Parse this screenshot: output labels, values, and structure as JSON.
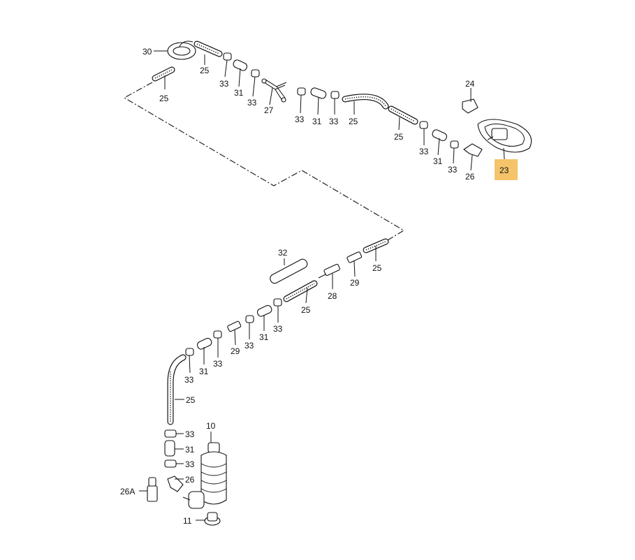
{
  "diagram": {
    "highlight_color": "#f5c36a",
    "callouts": {
      "c30": "30",
      "c25a": "25",
      "c25b": "25",
      "c33a": "33",
      "c31a": "31",
      "c33b": "33",
      "c27": "27",
      "c33c": "33",
      "c31b": "31",
      "c33d": "33",
      "c25c": "25",
      "c25d": "25",
      "c33e": "33",
      "c31c": "31",
      "c33f": "33",
      "c26a": "26",
      "c24": "24",
      "c23": "23",
      "c32": "32",
      "c25e": "25",
      "c29a": "29",
      "c28": "28",
      "c25f": "25",
      "c33g": "33",
      "c31d": "31",
      "c33h": "33",
      "c29b": "29",
      "c33i": "33",
      "c31e": "31",
      "c33j": "33",
      "c25g": "25",
      "c33k": "33",
      "c31f": "31",
      "c33l": "33",
      "c26b": "26",
      "c26A": "26A",
      "c10": "10",
      "c11": "11"
    }
  }
}
